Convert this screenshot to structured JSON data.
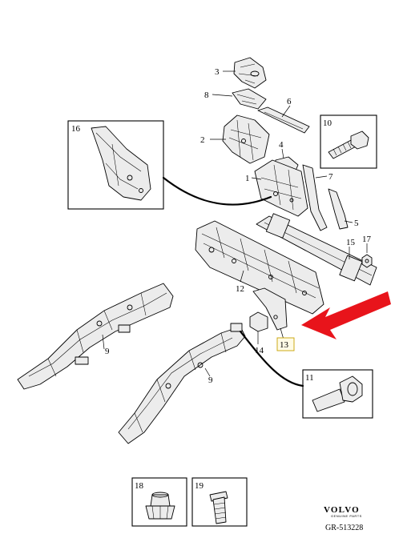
{
  "callouts": {
    "c1": "1",
    "c2": "2",
    "c3": "3",
    "c4": "4",
    "c5": "5",
    "c6": "6",
    "c7": "7",
    "c8": "8",
    "c9a": "9",
    "c9b": "9",
    "c10": "10",
    "c11": "11",
    "c12": "12",
    "c13": "13",
    "c14": "14",
    "c15": "15",
    "c16": "16",
    "c17": "17",
    "c18": "18",
    "c19": "19"
  },
  "brand": {
    "name": "VOLVO",
    "sub": "GENUINE PARTS"
  },
  "drawing_code": "GR-513228",
  "colors": {
    "arrow": "#e8141b",
    "highlight_border": "#c8a200"
  }
}
